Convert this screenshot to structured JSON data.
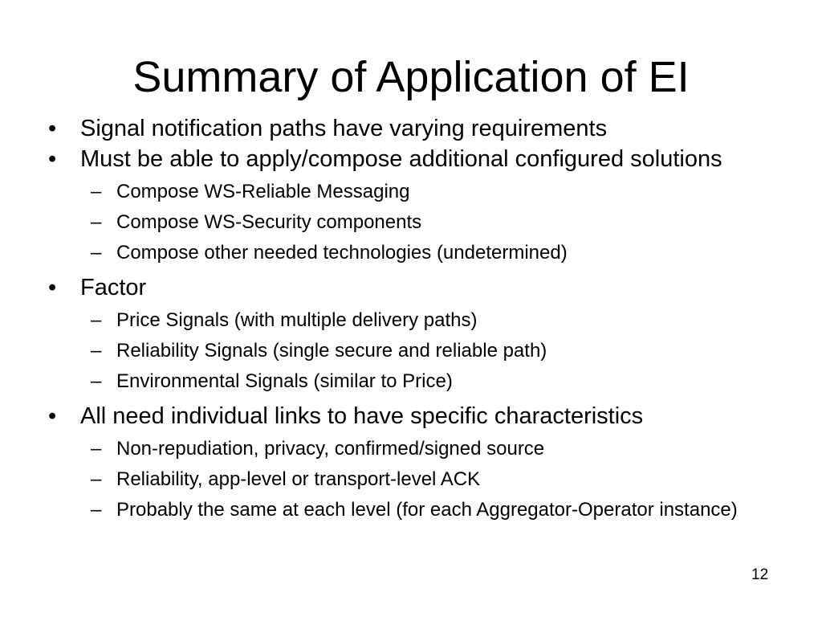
{
  "slide": {
    "title": "Summary of Application of EI",
    "page_number": "12",
    "bullet_glyph": "•",
    "dash_glyph": "–",
    "items": [
      {
        "text": "Signal notification paths have varying requirements",
        "subitems": []
      },
      {
        "text": "Must be able to apply/compose additional configured solutions",
        "subitems": [
          "Compose WS-Reliable Messaging",
          "Compose WS-Security components",
          "Compose other needed technologies (undetermined)"
        ]
      },
      {
        "text": "Factor",
        "subitems": [
          "Price Signals (with multiple delivery paths)",
          "Reliability Signals (single secure and reliable path)",
          "Environmental Signals (similar to Price)"
        ]
      },
      {
        "text": "All need individual links to have specific characteristics",
        "subitems": [
          "Non-repudiation, privacy, confirmed/signed source",
          "Reliability, app-level or transport-level ACK",
          "Probably the same at each level (for each Aggregator-Operator instance)"
        ]
      }
    ]
  }
}
